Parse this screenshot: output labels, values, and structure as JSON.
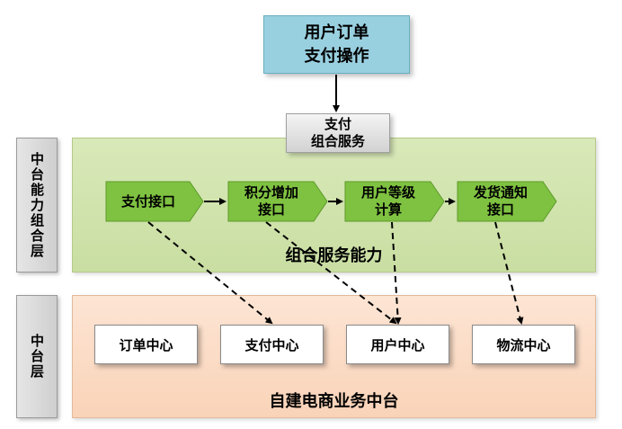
{
  "top_box": {
    "line1": "用户订单",
    "line2": "支付操作"
  },
  "pay_compose": {
    "line1": "支付",
    "line2": "组合服务"
  },
  "side_labels": {
    "upper": "中台能力组合层",
    "lower": "中台层"
  },
  "capability_layer": {
    "title": "组合服务能力",
    "nodes": [
      {
        "lines": [
          "支付接口"
        ]
      },
      {
        "lines": [
          "积分增加",
          "接口"
        ]
      },
      {
        "lines": [
          "用户等级",
          "计算"
        ]
      },
      {
        "lines": [
          "发货通知",
          "接口"
        ]
      }
    ]
  },
  "platform_layer": {
    "title": "自建电商业务中台",
    "centers": [
      "订单中心",
      "支付中心",
      "用户中心",
      "物流中心"
    ]
  },
  "colors": {
    "top_box": "#99d0e0",
    "capability_panel": "#d3e5b0",
    "node_fill": "#7fc241",
    "platform_panel": "#fbdcc5"
  }
}
